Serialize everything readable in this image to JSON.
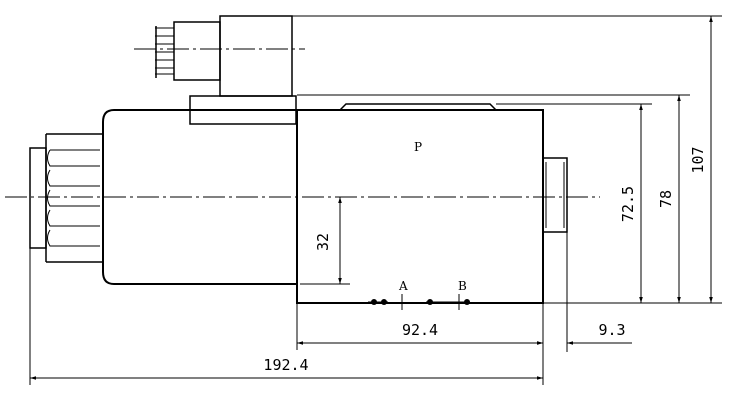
{
  "ports": {
    "p": "P",
    "a": "A",
    "b": "B"
  },
  "dimensions": {
    "overall_length": "192.4",
    "body_length": "92.4",
    "nut_protrusion": "9.3",
    "axis_height": "32",
    "body_height": "72.5",
    "coil_height": "78",
    "total_height": "107"
  }
}
